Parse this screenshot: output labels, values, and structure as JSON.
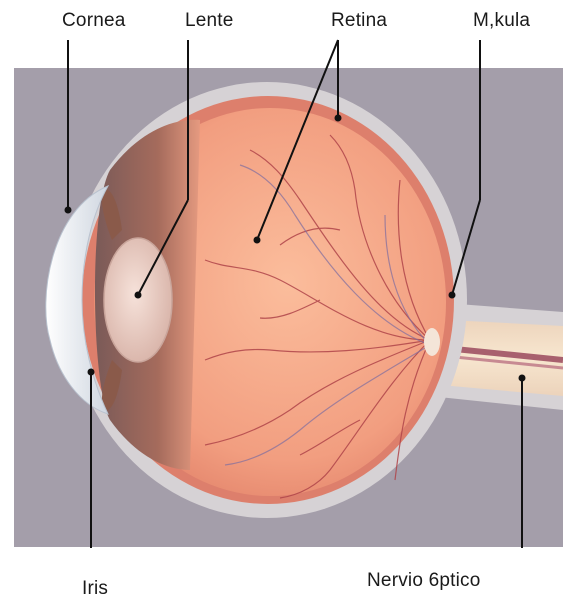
{
  "labels": {
    "cornea": "Cornea",
    "lente": "Lente",
    "retina": "Retina",
    "macula": "M,kula",
    "iris": "Iris",
    "nervio": "Nervio 6ptico"
  },
  "colors": {
    "background_panel": "#a49eaa",
    "sclera": "#d6d2d5",
    "choroid": "#e28a70",
    "vitreous": "#f4a585",
    "lens": "#e8c9bf",
    "iris": "#8a5a4a",
    "cornea": "#eef2f7",
    "nerve": "#f2dfc6",
    "vessel": "#b0454a",
    "leader_line": "#111111"
  }
}
